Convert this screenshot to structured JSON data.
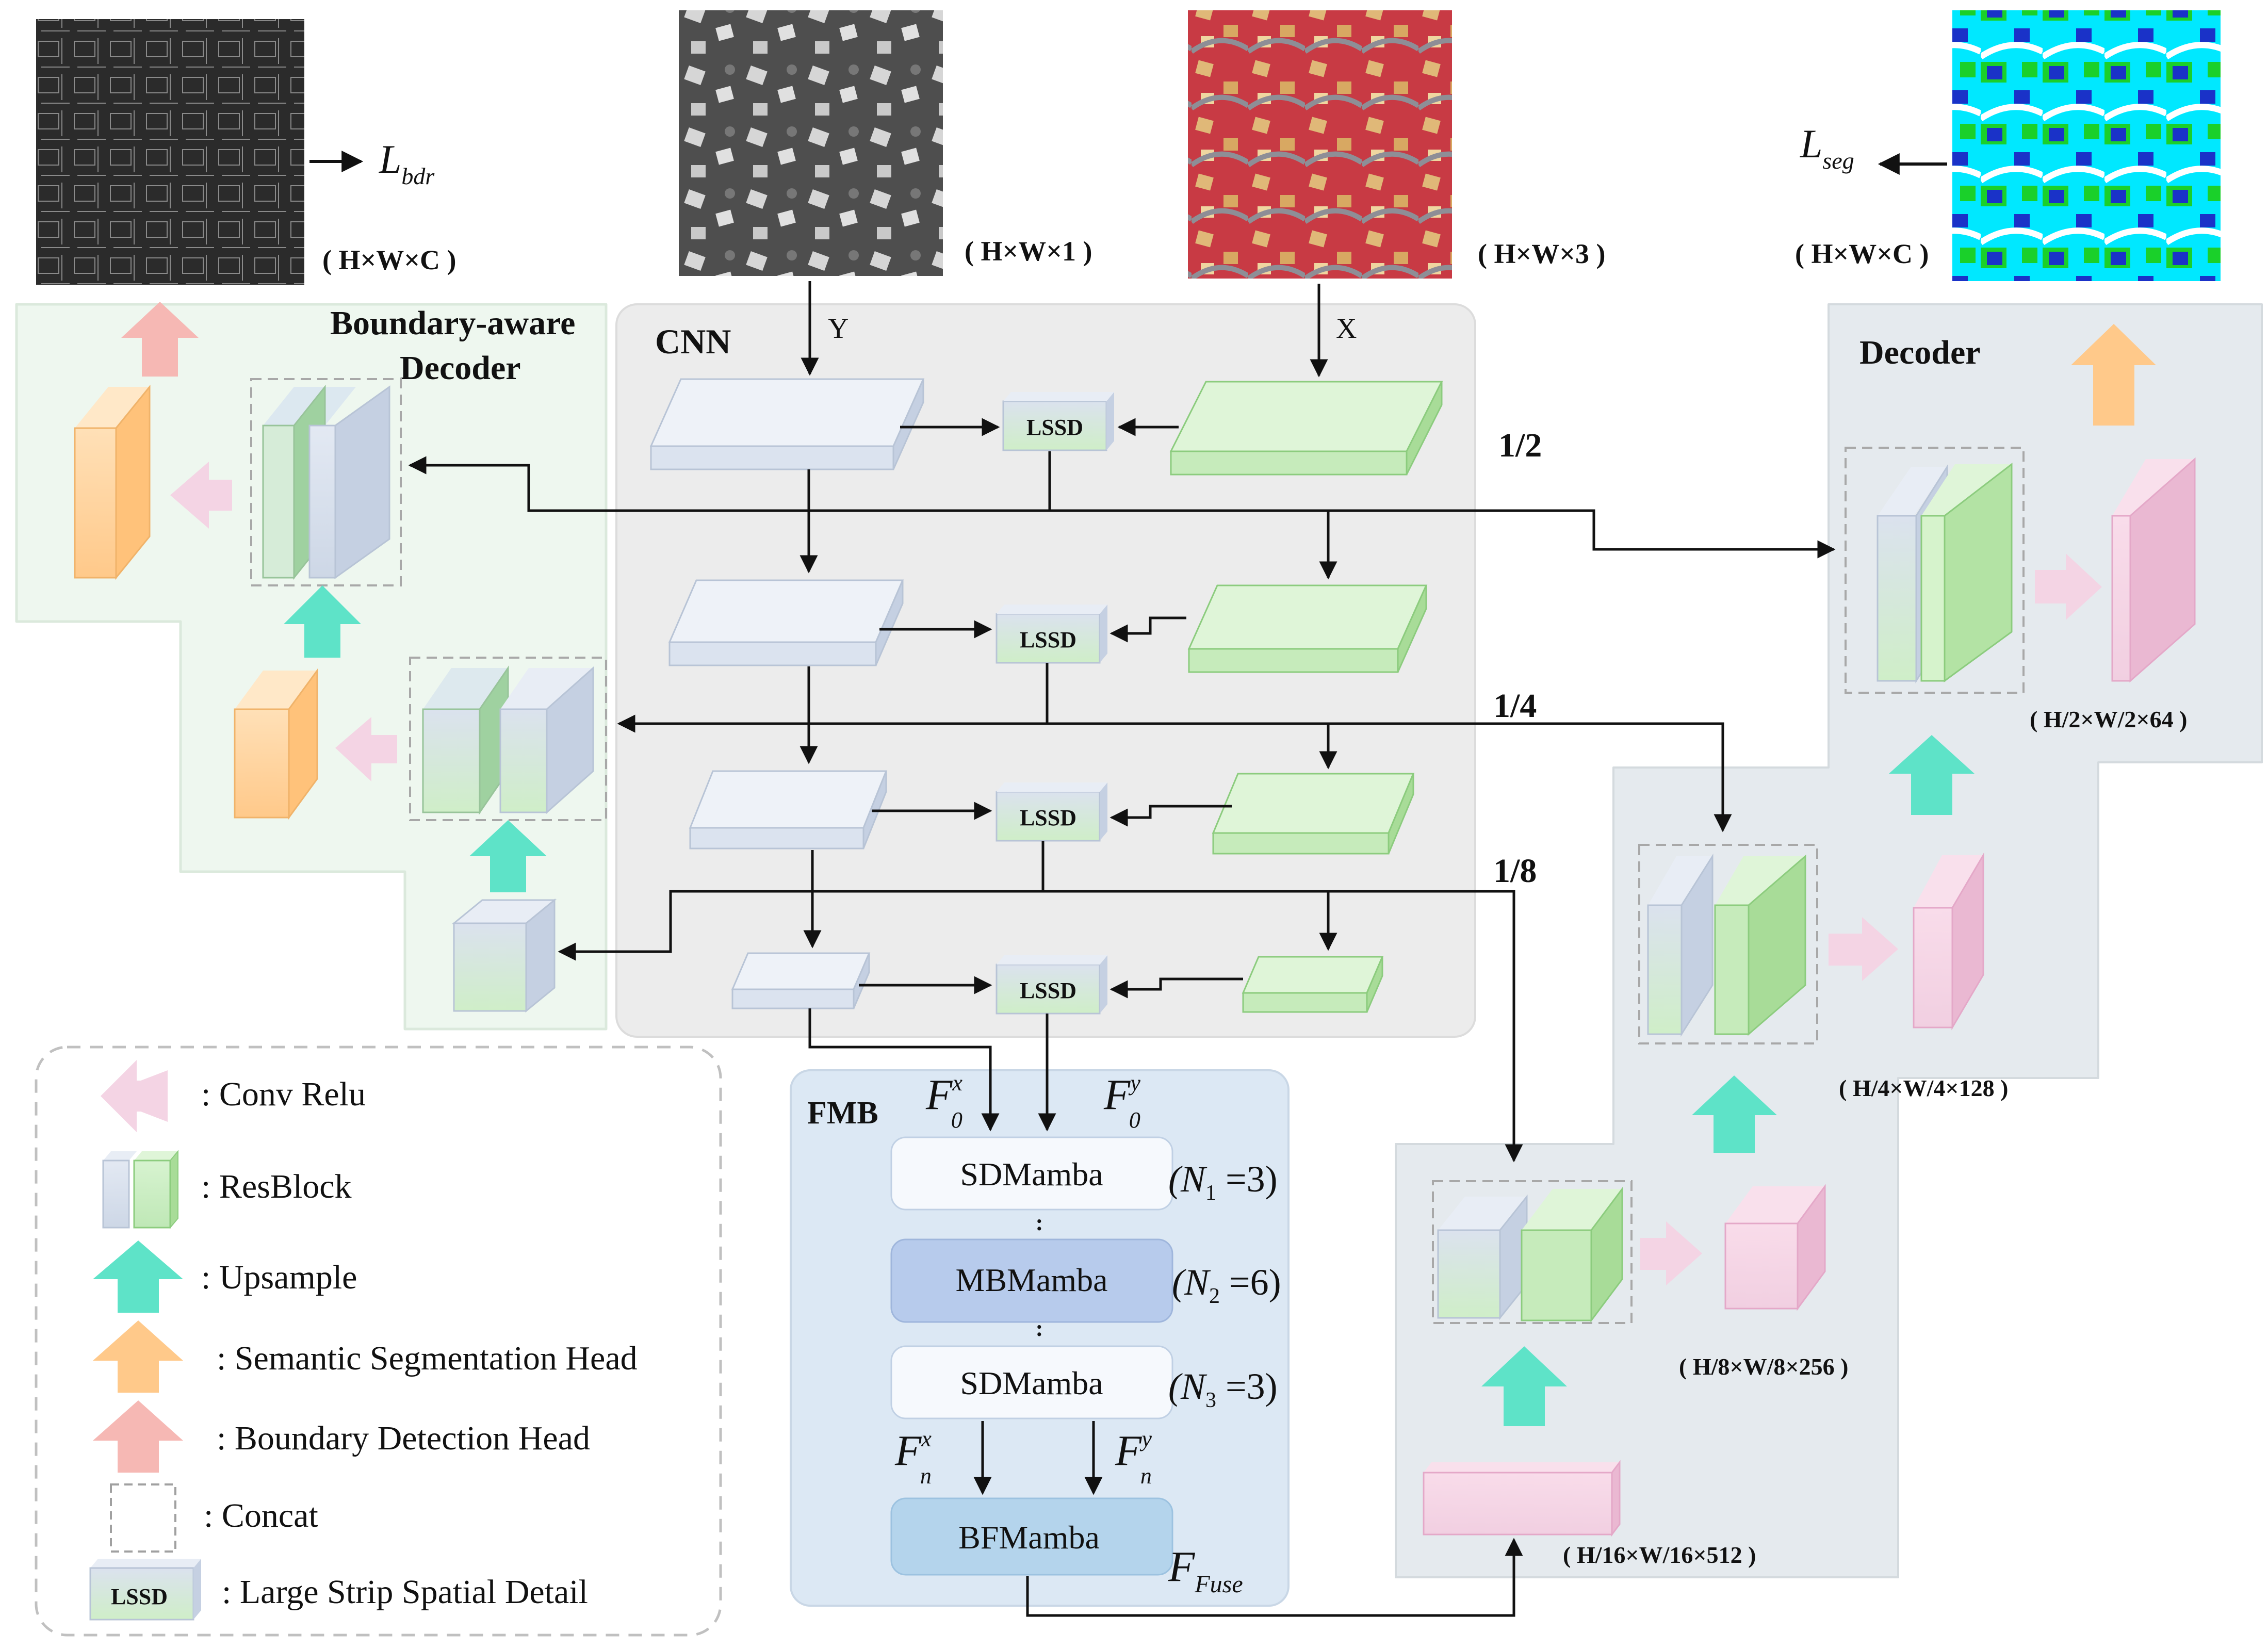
{
  "panels": {
    "cnn": "CNN",
    "boundary_decoder_line1": "Boundary-aware",
    "boundary_decoder_line2": "Decoder",
    "decoder": "Decoder",
    "fmb": "FMB"
  },
  "inputs": {
    "boundary_map_size": "( H×W×C )",
    "gray_image_size": "( H×W×1 )",
    "rgb_image_size": "( H×W×3 )",
    "seg_map_size": "( H×W×C )",
    "input_y": "Y",
    "input_x": "X"
  },
  "losses": {
    "bdr_main": "L",
    "bdr_sub": "bdr",
    "seg_main": "L",
    "seg_sub": "seg"
  },
  "scales": {
    "half": "1/2",
    "quarter": "1/4",
    "eighth": "1/8"
  },
  "lssd_label": "LSSD",
  "decoder_sizes": {
    "d1": "( H/2×W/2×64 )",
    "d2": "( H/4×W/4×128 )",
    "d3": "( H/8×W/8×256 )",
    "d4": "( H/16×W/16×512 )"
  },
  "fmb": {
    "f0x_main": "F",
    "f0x_sup": "x",
    "f0x_sub": "0",
    "f0y_main": "F",
    "f0y_sup": "y",
    "f0y_sub": "0",
    "fnx_main": "F",
    "fnx_sup": "x",
    "fnx_sub": "n",
    "fny_main": "F",
    "fny_sup": "y",
    "fny_sub": "n",
    "ffuse_main": "F",
    "ffuse_sub": "Fuse",
    "sd1": "SDMamba",
    "mb": "MBMamba",
    "sd2": "SDMamba",
    "bf": "BFMamba",
    "n1_pre": "(N",
    "n1_sub": "1",
    "n1_post": " =3)",
    "n2_pre": "(N",
    "n2_sub": "2",
    "n2_post": " =6)",
    "n3_pre": "(N",
    "n3_sub": "3",
    "n3_post": " =3)",
    "dots": ":"
  },
  "legend": {
    "conv_relu": ": Conv Relu",
    "resblock": ": ResBlock",
    "upsample": ": Upsample",
    "seg_head": ": Semantic Segmentation Head",
    "bdr_head": ": Boundary Detection Head",
    "concat": ": Concat",
    "lssd": ": Large Strip Spatial Detail"
  },
  "colors": {
    "blue_block": "#dce4f0",
    "green_block": "#c8ecc0",
    "teal_arrow": "#5ee3c8",
    "orange": "#ffc98a",
    "pink_arrow": "#f4d4e4",
    "red_head": "#f6b8b4",
    "cnn_panel": "#ececec",
    "bdr_panel": "#eef7ef",
    "dec_panel": "#e5eaee",
    "fmb_panel": "#dce8f4"
  }
}
